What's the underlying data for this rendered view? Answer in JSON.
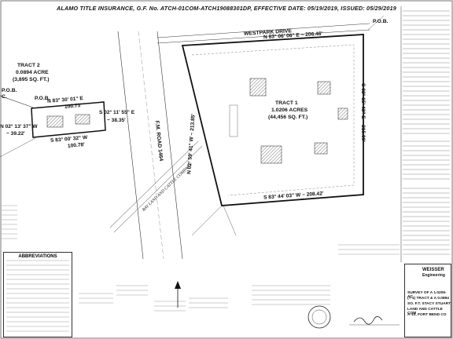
{
  "header": {
    "text": "ALAMO TITLE INSURANCE, G.F. No. ATCH-01COM-ATCH19088301DP, EFFECTIVE DATE: 05/19/2019, ISSUED: 05/29/2019"
  },
  "street": {
    "name": "WESTPARK DRIVE"
  },
  "pob_labels": [
    "P.O.B.",
    "P.O.B."
  ],
  "tract1": {
    "name": "TRACT 1",
    "area": "1.0206 ACRES",
    "area_sqft": "(44,456 SQ. FT.)"
  },
  "tract2": {
    "name": "TRACT 2",
    "area": "0.0894 ACRE",
    "area_sqft": "(3,895 SQ. FT.)"
  },
  "bearings": {
    "north": "N 83° 06' 06\" E ~ 206.46'",
    "south": "S 83° 44' 03\" W ~ 208.42'",
    "east": "S 02° 15' 43\" E ~ 215.99'",
    "west": "N 02° 59' 41\" W ~ 213.85'",
    "t2_north": "N 83° 30' 01\" E",
    "t2_north_len": "100.73'",
    "t2_east": "S 02° 11' 55\" E",
    "t2_east_len": "~ 38.35'",
    "t2_south": "S 83° 00' 32\" W",
    "t2_south_len": "100.78'",
    "t2_west": "N 02° 13' 37\" W",
    "t2_west_len": "~ 39.22'"
  },
  "road": {
    "name": "F.M. ROAD 1464"
  },
  "railroad": {
    "name": "BAY LAND AND CATTLE COMPANY"
  },
  "abbreviations_title": "ABBREVIATIONS",
  "side_labels": [
    "P.O.B.",
    "C."
  ],
  "titleblock": {
    "company": "WEISSER",
    "company2": "Engineering",
    "survey_lines": [
      "SURVEY OF A 1.0206-AC",
      "(T-1) TRACT & A 0.0894",
      "SO. F.T. STACY STUART",
      "LAND AND CATTLE COM",
      "A-10, FORT BEND CO"
    ]
  },
  "colors": {
    "ink": "#111111",
    "hatch": "#555555",
    "paper": "#ffffff"
  }
}
